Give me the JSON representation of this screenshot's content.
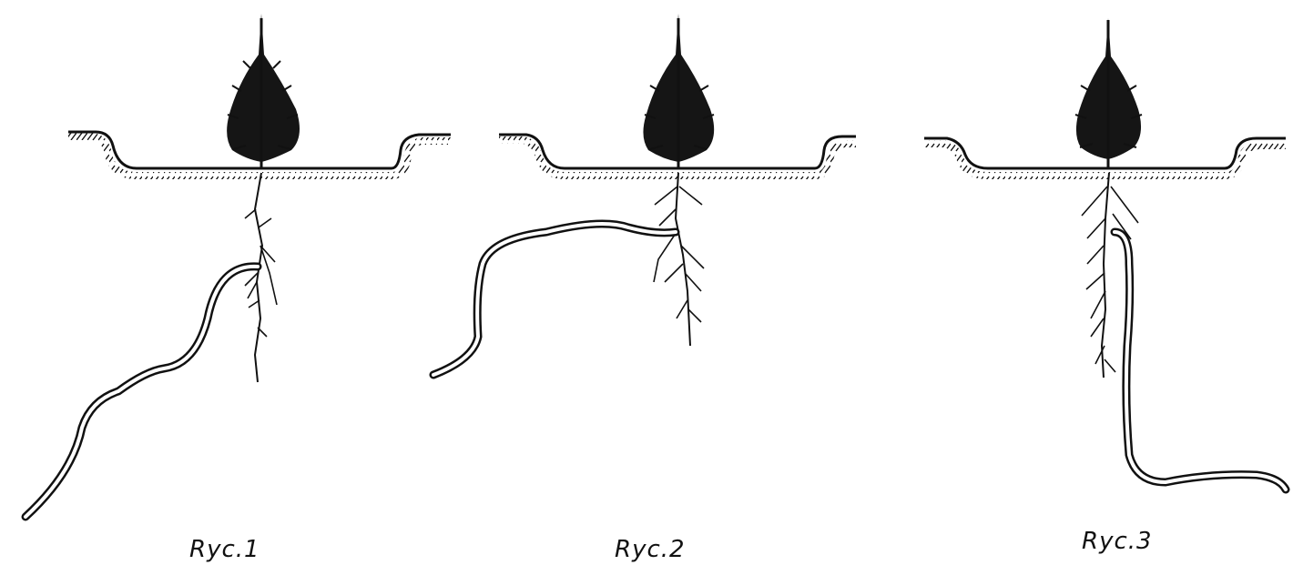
{
  "figures": [
    {
      "id": "fig1",
      "caption": "Ryc.1"
    },
    {
      "id": "fig2",
      "caption": "Ryc.2"
    },
    {
      "id": "fig3",
      "caption": "Ryc.3"
    }
  ],
  "colors": {
    "ink": "#111111",
    "background": "#ffffff"
  }
}
